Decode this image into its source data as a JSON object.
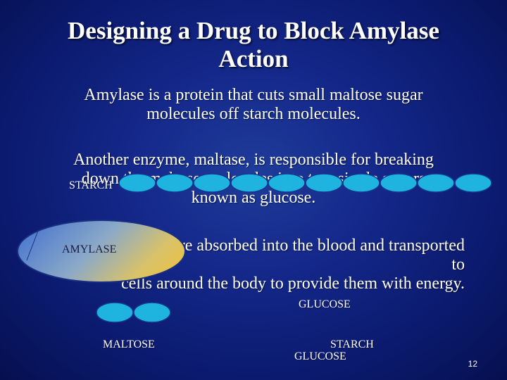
{
  "slide": {
    "title_line1": "Designing a Drug to Block Amylase",
    "title_line2": "Action",
    "para1_line1": "Amylase is a protein that cuts small maltose sugar",
    "para1_line2": "molecules off starch molecules.",
    "para2_line1": "Another enzyme, maltase, is responsible for breaking",
    "para2_line2": "down the maltose molecules into two single sugars",
    "para2_line3": "known as glucose.",
    "para3_line1": "These are absorbed into the blood and transported to",
    "para3_line2": "cells around the body to provide them with energy.",
    "page_number": "12"
  },
  "labels": {
    "starch_top": "STARCH",
    "amylase": "AMYLASE",
    "glucose_mid": "GLUCOSE",
    "maltose": "MALTOSE",
    "starch_bottom": "STARCH",
    "glucose_bottom": "GLUCOSE"
  },
  "colors": {
    "molecule_fill": "#1fb3df",
    "molecule_stroke": "#16358f",
    "background": "#14288a"
  }
}
